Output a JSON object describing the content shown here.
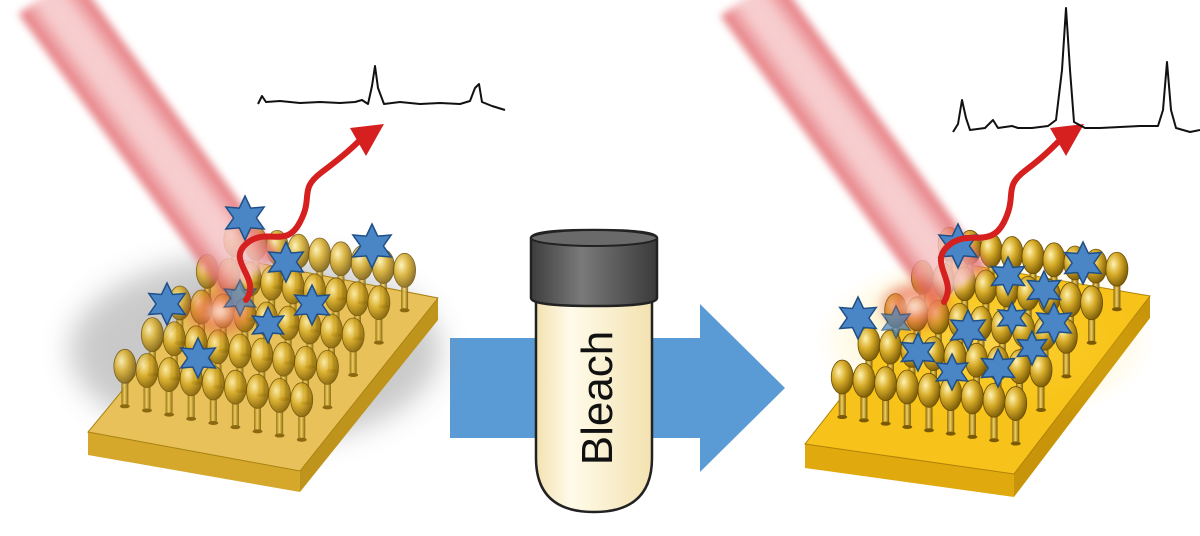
{
  "vial": {
    "label": "Bleach",
    "cap_color": "#5a5a5a",
    "body_color": "#fdf3d6"
  },
  "colors": {
    "laser": "#e7696e",
    "arrow": "#5b9bd5",
    "signal_arrow": "#d62020",
    "star": "#4a86c6",
    "star_edge": "#1f4f86",
    "pillar": "#c9a227",
    "substrate_dull": "#e8c15a",
    "substrate_bright": "#f7c21a",
    "spectrum": "#111111"
  },
  "panels": [
    {
      "state": "before",
      "spectrum": "weak"
    },
    {
      "state": "after",
      "spectrum": "strong"
    }
  ]
}
